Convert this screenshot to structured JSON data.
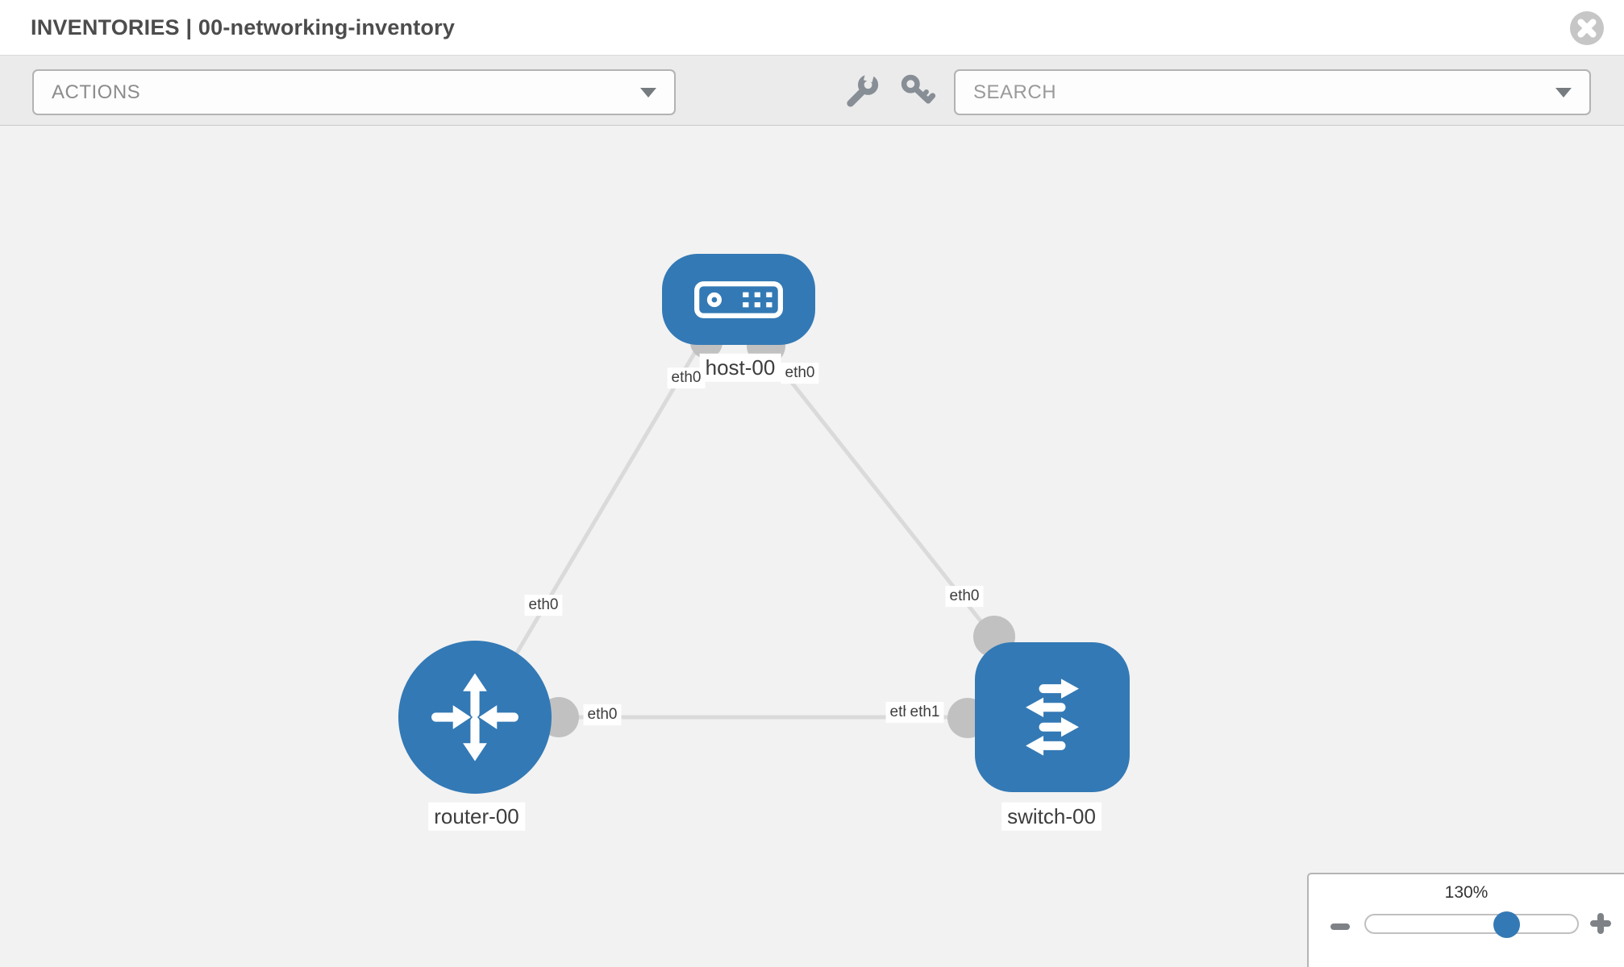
{
  "header": {
    "title": "INVENTORIES | 00-networking-inventory"
  },
  "toolbar": {
    "actions_label": "ACTIONS",
    "search_placeholder": "SEARCH",
    "icons": [
      "wrench",
      "key"
    ]
  },
  "graph": {
    "nodes": [
      {
        "label": "host-00",
        "type": "host"
      },
      {
        "label": "router-00",
        "type": "router"
      },
      {
        "label": "switch-00",
        "type": "switch"
      }
    ],
    "links": [
      {
        "source": "host-00",
        "source_interface": "eth0",
        "target": "router-00",
        "target_interface": "eth0"
      },
      {
        "source": "host-00",
        "source_interface": "eth0",
        "target": "switch-00",
        "target_interface": "eth0"
      },
      {
        "source": "router-00",
        "source_interface": "eth0",
        "target": "switch-00",
        "target_interface": "eth1"
      }
    ],
    "edge_labels": {
      "host_to_router_at_host": "eth0",
      "host_to_router_at_router": "eth0",
      "host_to_switch_at_host": "eth0",
      "host_to_switch_at_switch": "eth0",
      "router_to_switch_at_router": "eth0",
      "router_to_switch_at_switch_back": "eth0",
      "router_to_switch_at_switch_front": "eth1"
    }
  },
  "zoom": {
    "level": "130%",
    "minus_icon": "minus",
    "plus_icon": "plus",
    "thumb_position_fraction": 0.65
  },
  "colors": {
    "node_blue": "#3379b5",
    "edge_gray": "#dadada",
    "port_dot_gray": "#c1c1c1",
    "canvas_bg": "#f2f2f2",
    "toolbar_bg": "#ebebeb",
    "title_text": "#4c4c4c"
  }
}
